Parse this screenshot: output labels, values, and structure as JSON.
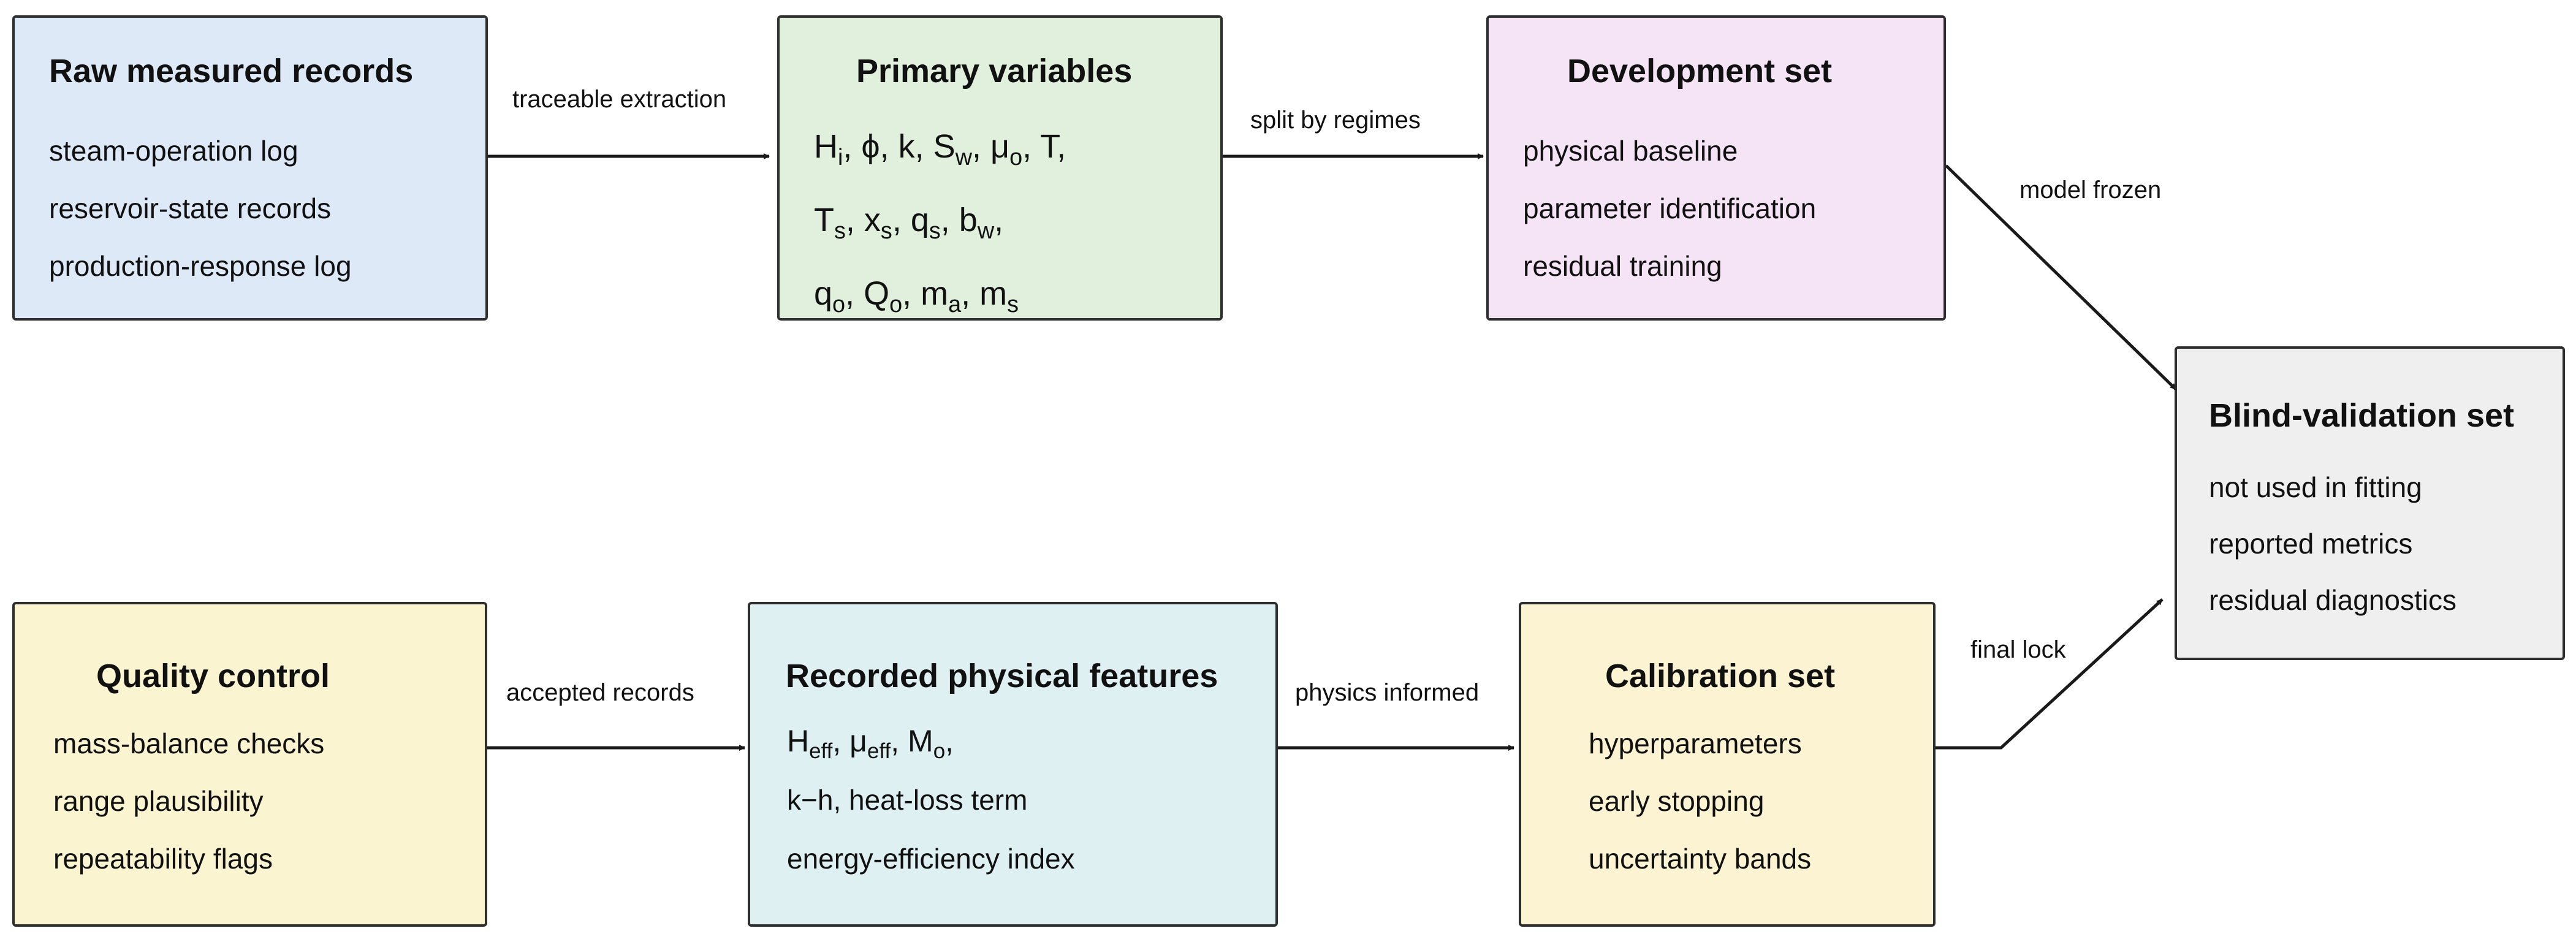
{
  "colors": {
    "raw": "#dde9f7",
    "primary": "#e0f0dd",
    "development": "#f4e4f6",
    "blind": "#efefef",
    "quality": "#fbf4d1",
    "recorded": "#dff0f2",
    "calibration": "#fbf3d1",
    "stroke": "#1a1a1a"
  },
  "nodes": {
    "raw": {
      "title": "Raw measured records",
      "lines": [
        "steam-operation log",
        "reservoir-state records",
        "production-response log"
      ]
    },
    "primary": {
      "title": "Primary variables",
      "line1": {
        "H": "H",
        "Hsub": "i",
        "rest1": ", ϕ, k, S",
        "Ssub": "w",
        "rest2": ", μ",
        "musub": "o",
        "rest3": ", T,"
      },
      "line2": {
        "T": "T",
        "Tsub": "s",
        "x": ", x",
        "xsub": "s",
        "q": ", q",
        "qsub": "s",
        "b": ", b",
        "bsub": "w",
        "end": ","
      },
      "line3": {
        "q": "q",
        "qsub": "o",
        "Q": ", Q",
        "Qsub": "o",
        "m1": ", m",
        "m1sub": "a",
        "m2": ", m",
        "m2sub": "s"
      }
    },
    "development": {
      "title": "Development set",
      "lines": [
        "physical baseline",
        "parameter identification",
        "residual training"
      ]
    },
    "blind": {
      "title": "Blind-validation set",
      "lines": [
        "not used in fitting",
        "reported metrics",
        "residual diagnostics"
      ]
    },
    "quality": {
      "title": "Quality control",
      "lines": [
        "mass-balance checks",
        "range plausibility",
        "repeatability flags"
      ]
    },
    "recorded": {
      "title": "Recorded physical features",
      "line1": {
        "H": "H",
        "Hsub": "eff",
        "mu": ", μ",
        "musub": "eff",
        "M": ", M",
        "Msub": "o",
        "end": ","
      },
      "line2": "k−h, heat-loss term",
      "line3": "energy-efficiency index"
    },
    "calibration": {
      "title": "Calibration set",
      "lines": [
        "hyperparameters",
        "early stopping",
        "uncertainty bands"
      ]
    }
  },
  "edges": [
    {
      "label": "traceable extraction"
    },
    {
      "label": "split by regimes"
    },
    {
      "label": "model frozen"
    },
    {
      "label": "accepted records"
    },
    {
      "label": "physics informed"
    },
    {
      "label": "final lock"
    }
  ]
}
